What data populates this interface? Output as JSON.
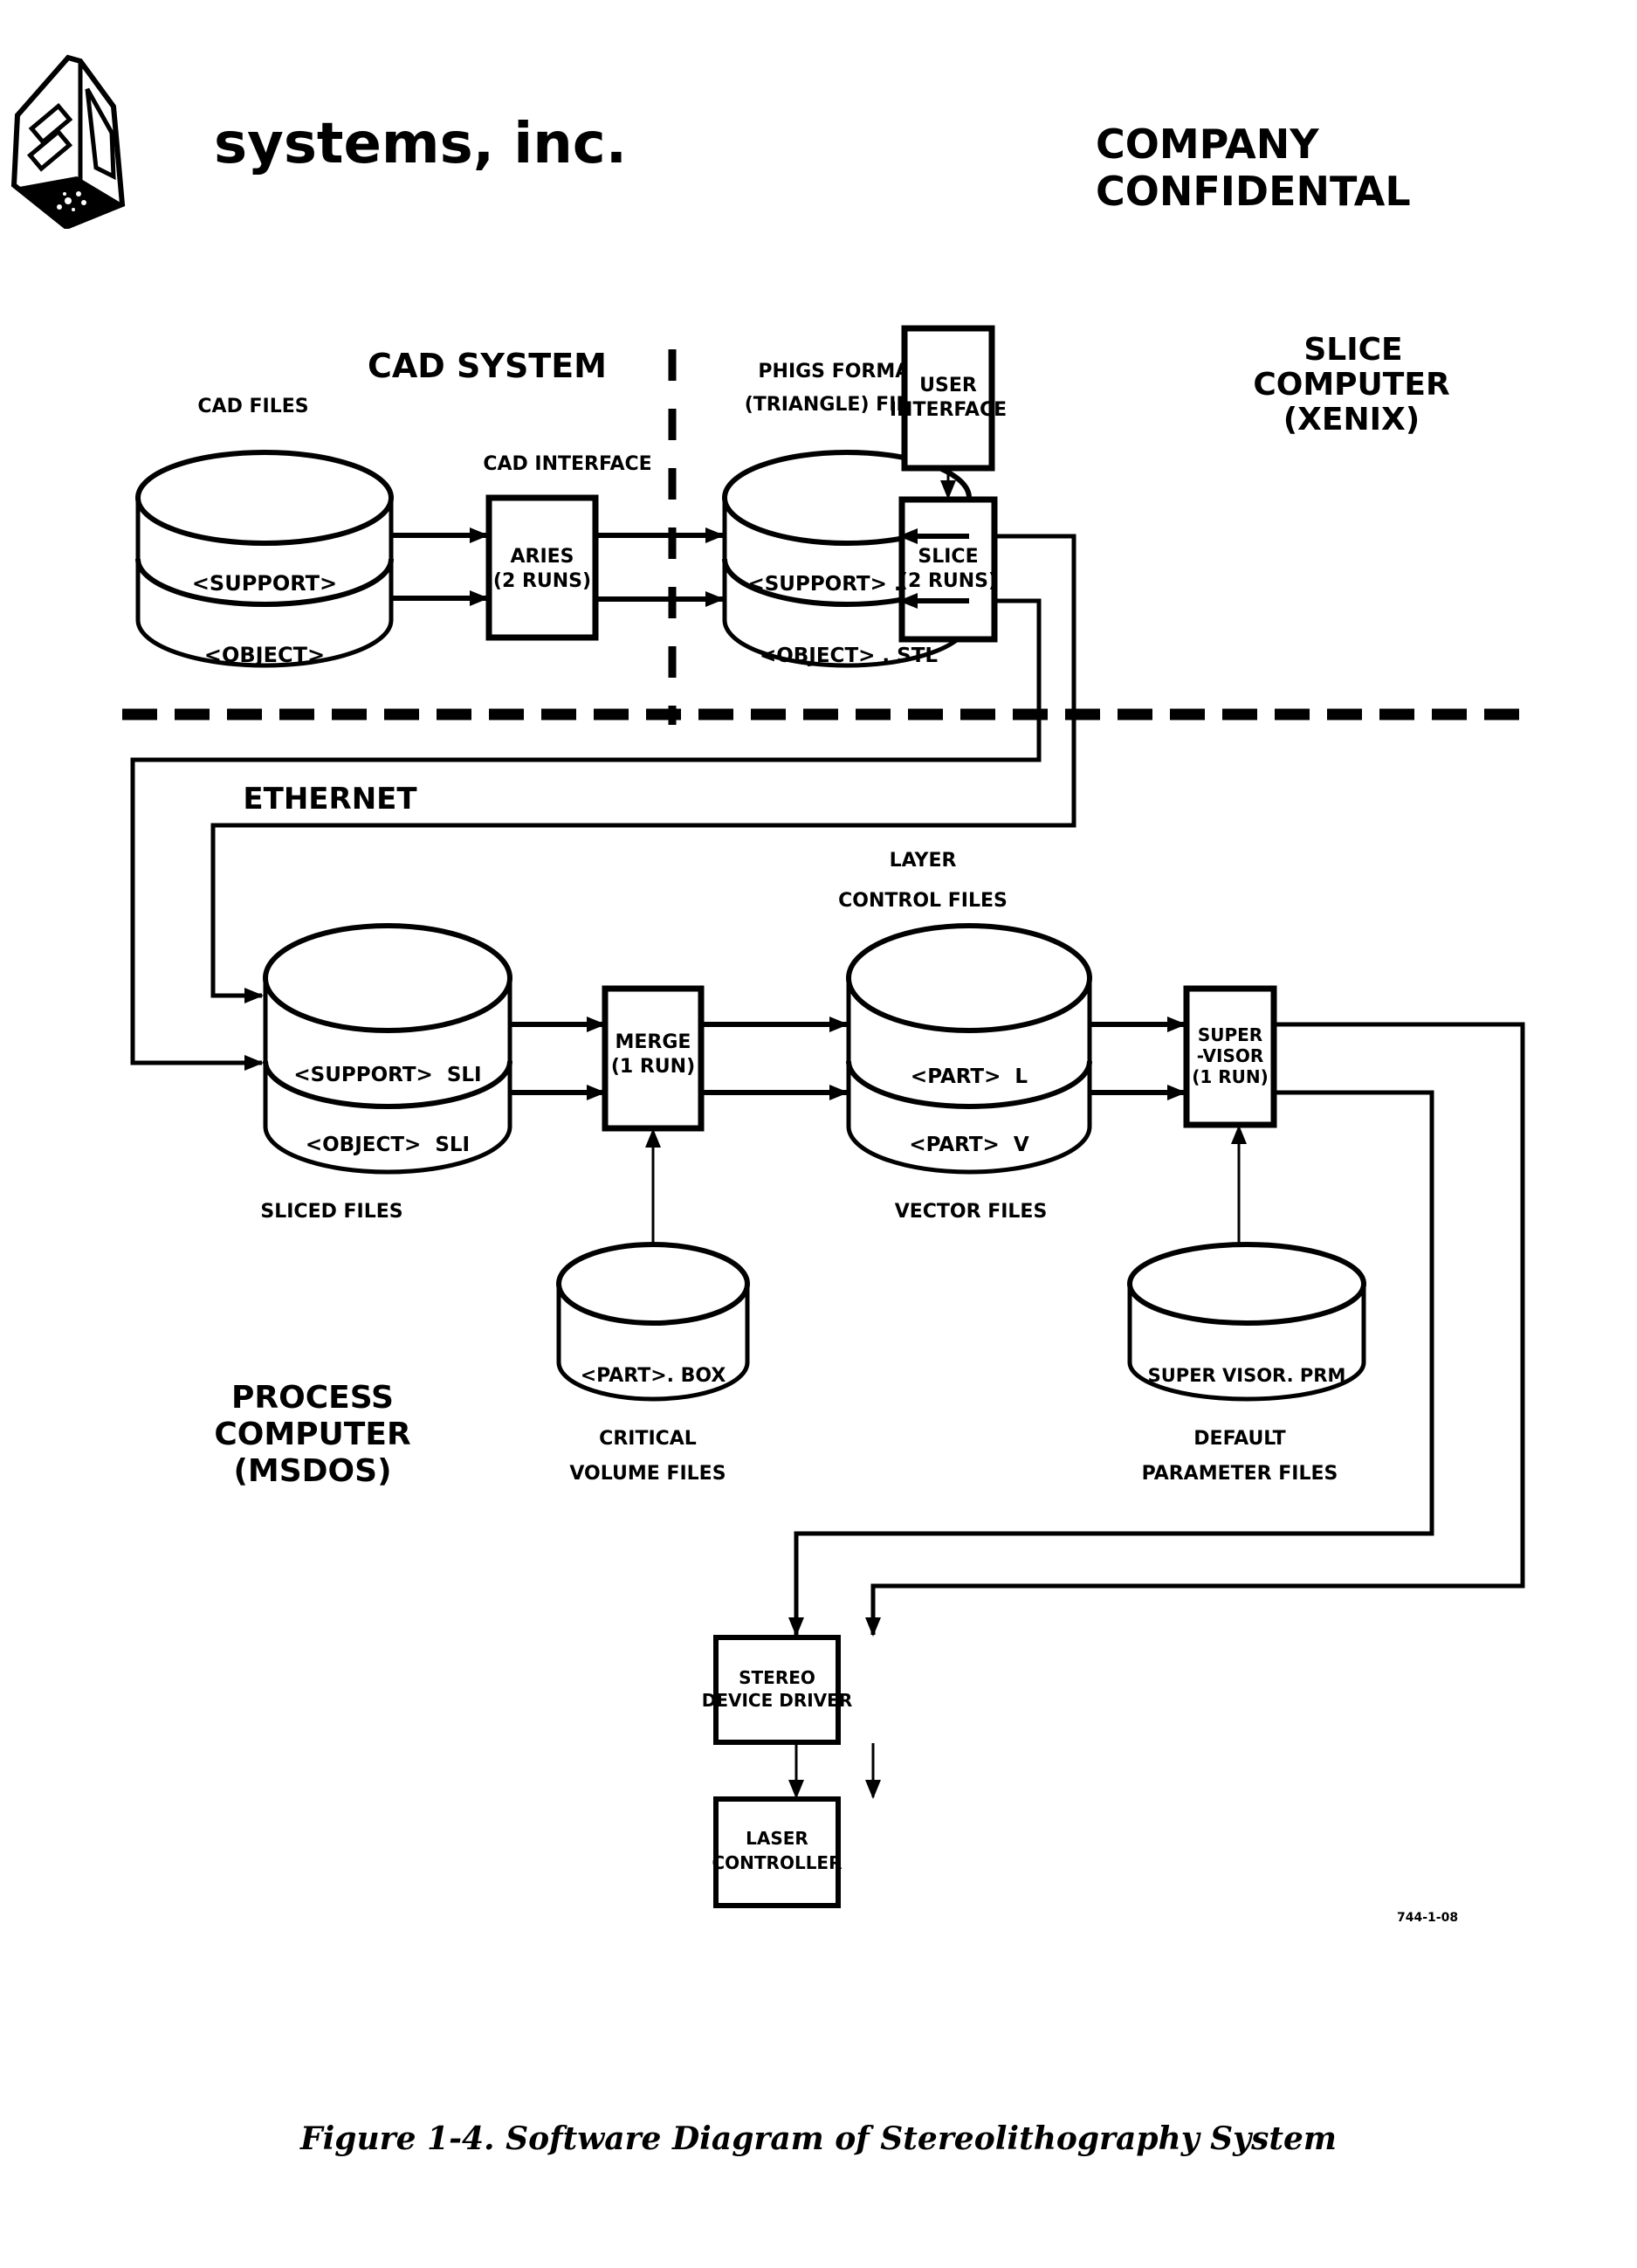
{
  "header": {
    "company_name": "systems, inc.",
    "confidential_label": "COMPANY CONFIDENTAL",
    "logo_icon": "3d-cube-logo-icon"
  },
  "sections": {
    "cad_system": "CAD SYSTEM",
    "slice_computer": [
      "SLICE",
      "COMPUTER",
      "(XENIX)"
    ],
    "process_computer": [
      "PROCESS",
      "COMPUTER",
      "(MSDOS)"
    ],
    "ethernet": "ETHERNET"
  },
  "stores": {
    "cad_files": {
      "title": "CAD FILES",
      "rows": [
        "<SUPPORT>",
        "<OBJECT>"
      ]
    },
    "phigs_files": {
      "title": [
        "PHIGS FORMAT",
        "(TRIANGLE) FILES"
      ],
      "rows": [
        "<SUPPORT> . STL",
        "<OBJECT> . STL"
      ]
    },
    "sliced_files": {
      "title": "SLICED FILES",
      "rows": [
        "<SUPPORT>  SLI",
        "<OBJECT>  SLI"
      ]
    },
    "layer_vector_files": {
      "title_top": [
        "LAYER",
        "CONTROL FILES"
      ],
      "title_bottom": "VECTOR FILES",
      "rows": [
        "<PART>  L",
        "<PART>  V"
      ]
    },
    "critical_volume_files": {
      "title": [
        "CRITICAL",
        "VOLUME FILES"
      ],
      "rows": [
        "<PART>. BOX"
      ]
    },
    "default_parameter_files": {
      "title": [
        "DEFAULT",
        "PARAMETER FILES"
      ],
      "rows": [
        "SUPER VISOR. PRM"
      ]
    }
  },
  "processes": {
    "aries": {
      "title": "CAD INTERFACE",
      "lines": [
        "ARIES",
        "(2 RUNS)"
      ]
    },
    "user_interface": {
      "lines": [
        "USER",
        "INTERFACE"
      ]
    },
    "slice": {
      "lines": [
        "SLICE",
        "(2 RUNS)"
      ]
    },
    "merge": {
      "lines": [
        "MERGE",
        "(1 RUN)"
      ]
    },
    "supervisor": {
      "lines": [
        "SUPER",
        "-VISOR",
        "(1 RUN)"
      ]
    },
    "stereo_driver": {
      "lines": [
        "STEREO",
        "DEVICE DRIVER"
      ]
    },
    "laser_controller": {
      "lines": [
        "LASER",
        "CONTROLLER"
      ]
    }
  },
  "ref_code": "744-1-08",
  "caption": "Figure 1-4.  Software Diagram of Stereolithography System"
}
